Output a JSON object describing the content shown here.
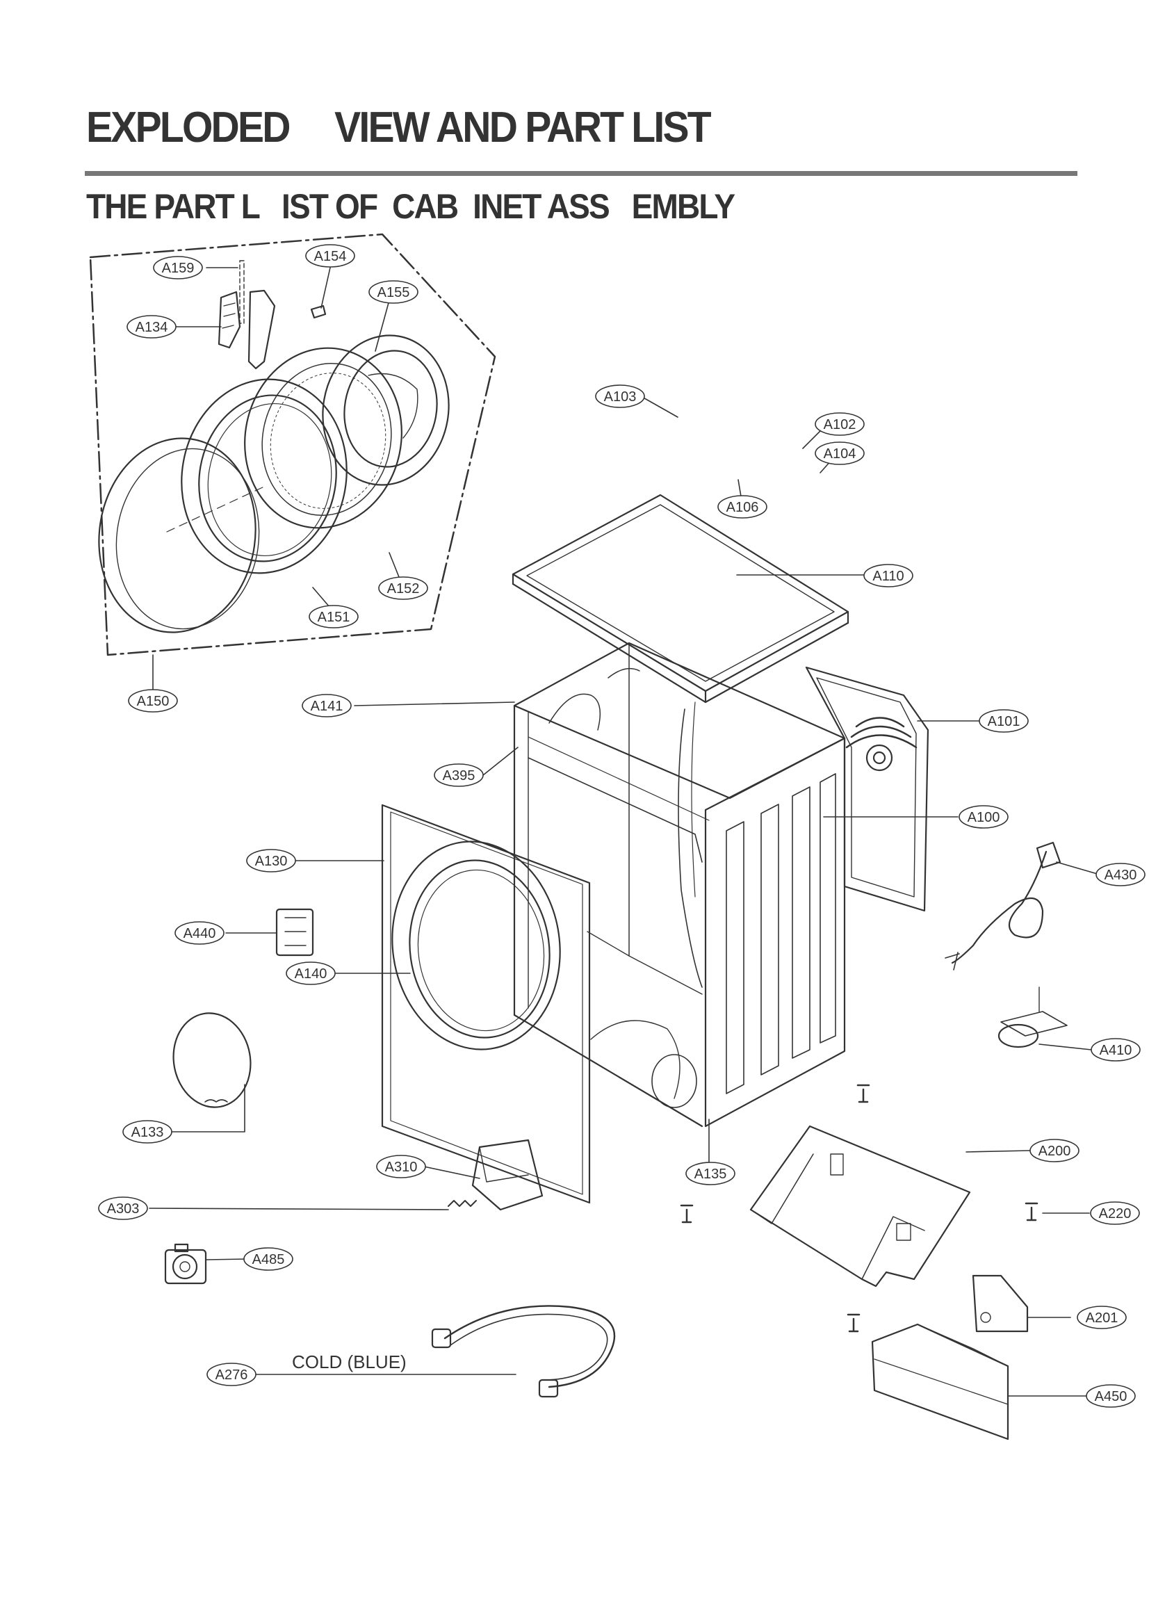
{
  "header": {
    "title": "EXPLODED     VIEW AND PART LIST",
    "subtitle": "THE PART L   IST OF  CAB  INET ASS   EMBLY"
  },
  "annotations": {
    "cold_hose": "COLD (BLUE)"
  },
  "callouts": [
    {
      "id": "A159",
      "label": "A159"
    },
    {
      "id": "A154",
      "label": "A154"
    },
    {
      "id": "A155",
      "label": "A155"
    },
    {
      "id": "A134",
      "label": "A134"
    },
    {
      "id": "A152",
      "label": "A152"
    },
    {
      "id": "A151",
      "label": "A151"
    },
    {
      "id": "A150",
      "label": "A150"
    },
    {
      "id": "A103",
      "label": "A103"
    },
    {
      "id": "A102",
      "label": "A102"
    },
    {
      "id": "A104",
      "label": "A104"
    },
    {
      "id": "A106",
      "label": "A106"
    },
    {
      "id": "A110",
      "label": "A110"
    },
    {
      "id": "A141",
      "label": "A141"
    },
    {
      "id": "A101",
      "label": "A101"
    },
    {
      "id": "A395",
      "label": "A395"
    },
    {
      "id": "A100",
      "label": "A100"
    },
    {
      "id": "A130",
      "label": "A130"
    },
    {
      "id": "A430",
      "label": "A430"
    },
    {
      "id": "A440",
      "label": "A440"
    },
    {
      "id": "A140",
      "label": "A140"
    },
    {
      "id": "A410",
      "label": "A410"
    },
    {
      "id": "A133",
      "label": "A133"
    },
    {
      "id": "A200",
      "label": "A200"
    },
    {
      "id": "A310",
      "label": "A310"
    },
    {
      "id": "A135",
      "label": "A135"
    },
    {
      "id": "A303",
      "label": "A303"
    },
    {
      "id": "A220",
      "label": "A220"
    },
    {
      "id": "A485",
      "label": "A485"
    },
    {
      "id": "A201",
      "label": "A201"
    },
    {
      "id": "A276",
      "label": "A276"
    },
    {
      "id": "A450",
      "label": "A450"
    }
  ]
}
